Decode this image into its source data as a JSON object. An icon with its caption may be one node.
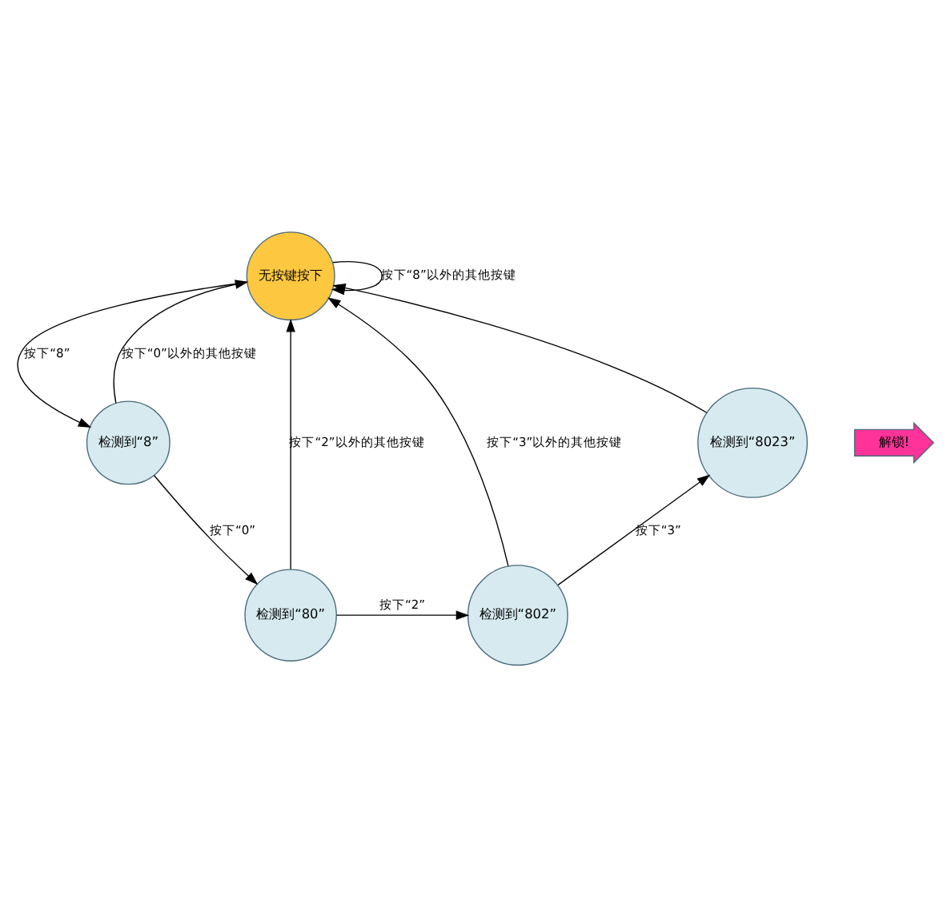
{
  "diagram": {
    "nodes": [
      {
        "text": [
          "无按键按下"
        ]
      },
      {
        "text": [
          "检测到“8”"
        ]
      },
      {
        "text": [
          "检测到“80”"
        ]
      },
      {
        "text": [
          "检测到“802”"
        ]
      },
      {
        "text": [
          "检测到“8023”"
        ]
      },
      {
        "text": [
          "解锁!"
        ]
      }
    ],
    "edges": [
      {
        "from": 0,
        "to": 0,
        "arrow": "to",
        "label": "按下“8”以外的其他按键"
      },
      {
        "from": 0,
        "to": 1,
        "arrow": "to",
        "label": "按下“8”"
      },
      {
        "from": 1,
        "to": 0,
        "arrow": "to",
        "label": "按下“0”以外的其他按键"
      },
      {
        "from": 1,
        "to": 2,
        "arrow": "to",
        "label": "按下“0”"
      },
      {
        "from": 2,
        "to": 0,
        "arrow": "to",
        "label": "按下“2”以外的其他按键"
      },
      {
        "from": 2,
        "to": 3,
        "arrow": "to",
        "label": "按下“2”"
      },
      {
        "from": 3,
        "to": 0,
        "arrow": "to",
        "label": "按下“3”以外的其他按键"
      },
      {
        "from": 3,
        "to": 4,
        "arrow": "to",
        "label": "按下“3”"
      },
      {
        "from": 4,
        "to": 0,
        "arrow": "to"
      }
    ]
  }
}
